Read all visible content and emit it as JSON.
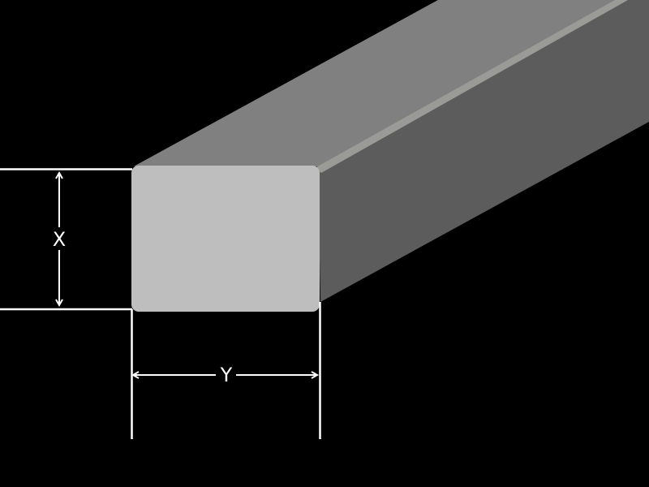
{
  "diagram": {
    "subject": "square bar",
    "colors": {
      "background": "#000000",
      "front_face": "#bebebe",
      "top_face": "#808080",
      "side_face": "#5c5c5c",
      "edge_highlight": "#9a9b96",
      "dimension_lines": "#ffffff"
    },
    "dimensions": {
      "height_label": "X",
      "width_label": "Y"
    }
  }
}
